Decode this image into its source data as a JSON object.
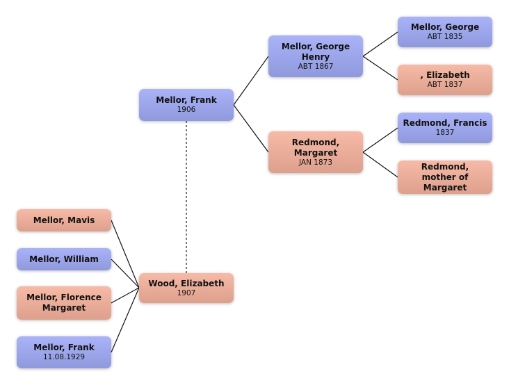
{
  "colors": {
    "male": "#a4adf2",
    "female": "#efb29e",
    "line": "#111111"
  },
  "people": {
    "frank_1906": {
      "name": "Mellor, Frank",
      "date": "1906",
      "sex": "male"
    },
    "george_henry": {
      "name": "Mellor, George Henry",
      "date": "ABT 1867",
      "sex": "male"
    },
    "george": {
      "name": "Mellor, George",
      "date": "ABT 1835",
      "sex": "male"
    },
    "elizabeth_1837": {
      "name": ", Elizabeth",
      "date": "ABT 1837",
      "sex": "female"
    },
    "margaret": {
      "name": "Redmond, Margaret",
      "date": "JAN 1873",
      "sex": "female"
    },
    "francis": {
      "name": "Redmond, Francis",
      "date": "1837",
      "sex": "male"
    },
    "mother_margaret": {
      "name": "Redmond, mother of Margaret",
      "date": "",
      "sex": "female"
    },
    "wood_elizabeth": {
      "name": "Wood, Elizabeth",
      "date": "1907",
      "sex": "female"
    },
    "mavis": {
      "name": "Mellor, Mavis",
      "date": "",
      "sex": "female"
    },
    "william": {
      "name": "Mellor, William",
      "date": "",
      "sex": "male"
    },
    "florence": {
      "name": "Mellor, Florence Margaret",
      "date": "",
      "sex": "female"
    },
    "frank_1929": {
      "name": "Mellor, Frank",
      "date": "11.08.1929",
      "sex": "male"
    }
  },
  "relations": {
    "parents": [
      {
        "child": "frank_1906",
        "parents": [
          "george_henry",
          "margaret"
        ]
      },
      {
        "child": "george_henry",
        "parents": [
          "george",
          "elizabeth_1837"
        ]
      },
      {
        "child": "margaret",
        "parents": [
          "francis",
          "mother_margaret"
        ]
      }
    ],
    "spouses": [
      [
        "frank_1906",
        "wood_elizabeth"
      ]
    ],
    "children_of_wood_elizabeth": [
      "mavis",
      "william",
      "florence",
      "frank_1929"
    ]
  }
}
